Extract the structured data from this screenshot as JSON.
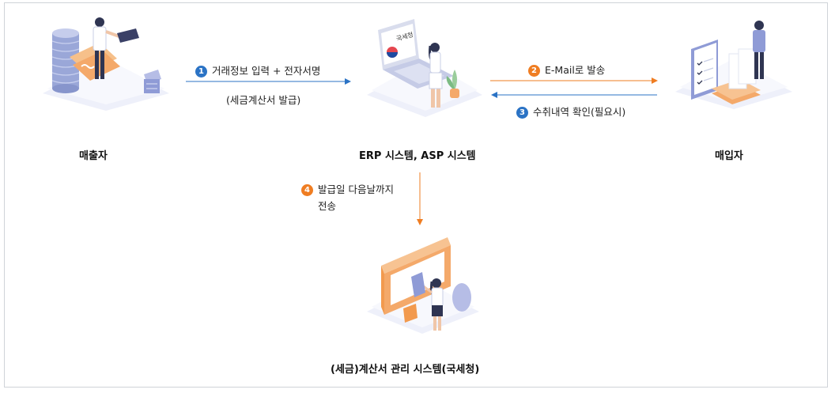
{
  "nodes": {
    "seller": "매출자",
    "erp": "ERP 시스템, ASP 시스템",
    "buyer": "매입자",
    "nts": "(세금)계산서 관리 시스템(국세청)"
  },
  "steps": {
    "s1": {
      "num": "1",
      "text": "거래정보 입력 + 전자서명",
      "sub": "(세금계산서 발급)",
      "color": "#2b73c5"
    },
    "s2": {
      "num": "2",
      "text": "E-Mail로 발송",
      "color": "#ef7d22"
    },
    "s3": {
      "num": "3",
      "text": "수취내역 확인(필요시)",
      "color": "#2b73c5"
    },
    "s4": {
      "num": "4",
      "text": "발급일 다음날까지",
      "text2": "전송",
      "color": "#ef7d22"
    }
  },
  "monitor_text": "국세청"
}
